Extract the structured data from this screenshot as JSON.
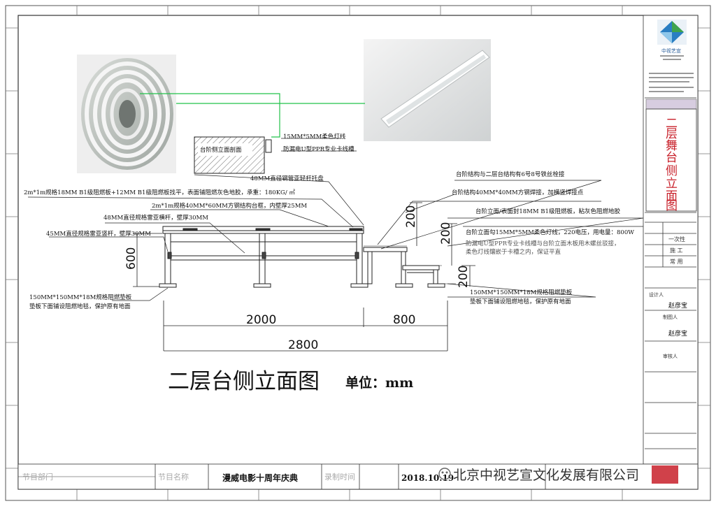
{
  "drawing_title": "二层台侧立面图",
  "unit_label": "单位：mm",
  "section_label": "台阶侧立面剖面",
  "annotations": {
    "led_strip": "15MM*5MM柔色灯线",
    "ppr_groove": "防漏电U型PPR专业卡线槽",
    "pipe_tray": "48MM直径钢管亚轻杆托盘",
    "board_top": "2m*1m规格18MM B1级阻燃板+12MM B1级阻燃板找平，表面铺阻燃灰色地胶，承重：180KG/ ㎡",
    "steel_frame": "2m*1m规格40MM*60MM方钢结构台框，内壁厚25MM",
    "crossbar": "48MM直径规格雷亚横杆，壁厚30MM",
    "upright": "45MM直径规格雷亚竖杆，壁厚30MM",
    "pad_left_1": "150MM*150MM*18M规格阻燃垫板",
    "pad_left_2": "垫板下面铺设阻燃地毯，保护原有地面",
    "struct_link": "台阶结构与二层台结构有6号8号铁丝栓接",
    "step_frame": "台阶结构40MM*40MM方钢焊接，加横竖焊接点",
    "step_board": "台阶立面/表面封18MM B1级阻燃板，粘灰色阻燃地胶",
    "step_led": "台阶立面勾15MM*5MM柔色灯线，220电压，用电量：800W",
    "step_note_1": "防漏电U型PPR专业卡线槽与台阶立面木板用木螺丝驳接，",
    "step_note_2": "柔色灯线镶嵌于卡槽之内，保证平直",
    "pad_right_1": "150MM*150MM*18M规格阻燃垫板",
    "pad_right_2": "垫板下面铺设阻燃地毯，保护原有地面"
  },
  "dimensions": {
    "platform_height": "600",
    "step_upper": "200",
    "step_mid": "200",
    "step_lower": "200",
    "platform_width": "2000",
    "step_width": "800",
    "total_width": "2800"
  },
  "title_block": {
    "company_short": "中视艺宣",
    "vertical_title": "二层舞台侧立面图",
    "designer_label": "设计人",
    "designer": "赵彦宝",
    "drafter_label": "制图人",
    "drafter": "赵彦宝",
    "reviewer_label": "审核人",
    "row_1": "一次性",
    "row_2": "施 工",
    "row_3": "常 用"
  },
  "bottom_bar": {
    "dept_label": "节目部门",
    "name_label": "节目名称",
    "program_name": "漫威电影十周年庆典",
    "time_label": "录制时间",
    "date": "2018.10.19",
    "watermark": "北京中视艺宣文化发展有限公司"
  },
  "colors": {
    "leader_line": "#22c24a",
    "red_text": "#c8202a",
    "frame": "#333333",
    "logo_blue": "#2a7ec2",
    "logo_green": "#3fa34d"
  }
}
